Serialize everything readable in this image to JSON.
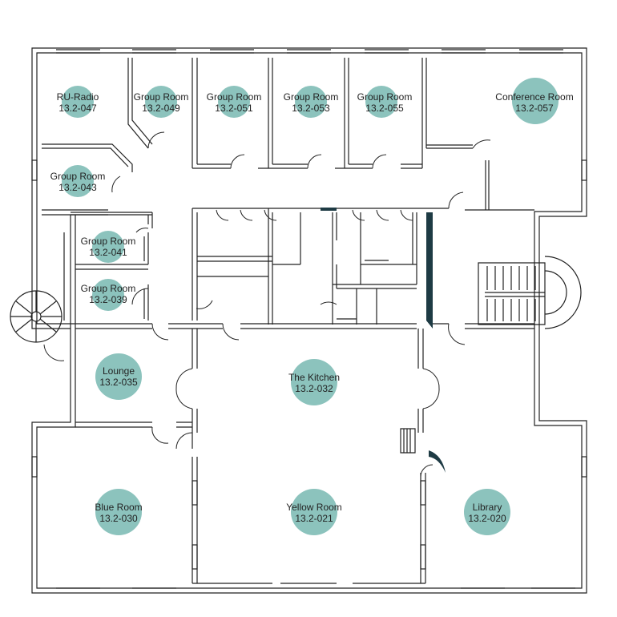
{
  "colors": {
    "marker": "#8cc3bd",
    "wall": "#222222",
    "accent": "#1e3b44"
  },
  "rooms": [
    {
      "id": "ru-radio",
      "name": "RU-Radio",
      "number": "13.2-047",
      "marker": "circle-md"
    },
    {
      "id": "group-room-049",
      "name": "Group Room",
      "number": "13.2-049",
      "marker": "circle-sm"
    },
    {
      "id": "group-room-051",
      "name": "Group Room",
      "number": "13.2-051",
      "marker": "circle-sm"
    },
    {
      "id": "group-room-053",
      "name": "Group Room",
      "number": "13.2-053",
      "marker": "circle-sm"
    },
    {
      "id": "group-room-055",
      "name": "Group Room",
      "number": "13.2-055",
      "marker": "circle-sm"
    },
    {
      "id": "conference-room",
      "name": "Conference Room",
      "number": "13.2-057",
      "marker": "circle-lg"
    },
    {
      "id": "group-room-043",
      "name": "Group Room",
      "number": "13.2-043",
      "marker": "circle-sm"
    },
    {
      "id": "group-room-041",
      "name": "Group Room",
      "number": "13.2-041",
      "marker": "circle-sm"
    },
    {
      "id": "group-room-039",
      "name": "Group Room",
      "number": "13.2-039",
      "marker": "circle-sm"
    },
    {
      "id": "lounge",
      "name": "Lounge",
      "number": "13.2-035",
      "marker": "circle-lg"
    },
    {
      "id": "the-kitchen",
      "name": "The Kitchen",
      "number": "13.2-032",
      "marker": "circle-lg"
    },
    {
      "id": "blue-room",
      "name": "Blue Room",
      "number": "13.2-030",
      "marker": "circle-lg"
    },
    {
      "id": "yellow-room",
      "name": "Yellow Room",
      "number": "13.2-021",
      "marker": "circle-lg"
    },
    {
      "id": "library",
      "name": "Library",
      "number": "13.2-020",
      "marker": "circle-lg"
    }
  ]
}
